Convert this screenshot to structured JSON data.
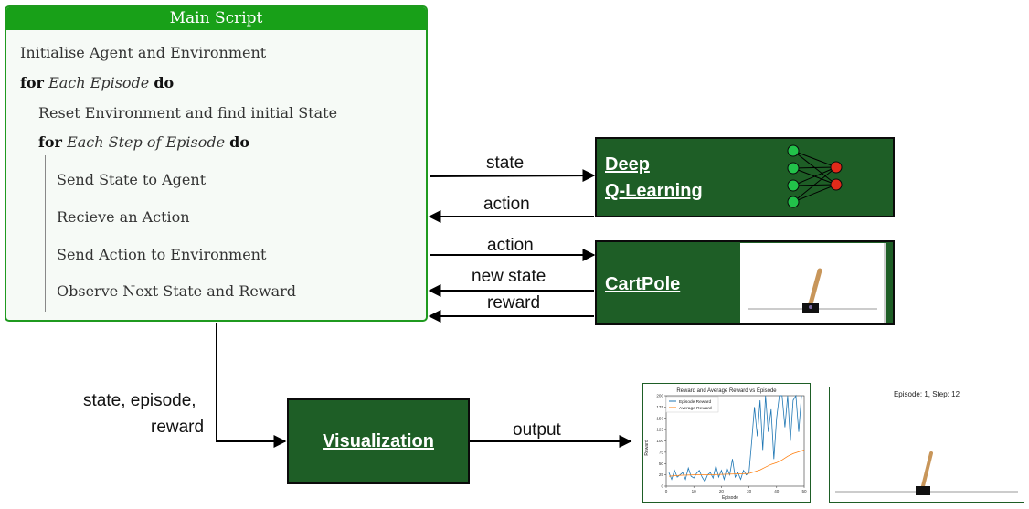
{
  "main_script": {
    "title": "Main Script",
    "line1": "Initialise Agent and Environment",
    "for1_kw": "for",
    "for1_var": "Each Episode",
    "for1_do": "do",
    "reset": "Reset Environment and find initial State",
    "for2_kw": "for",
    "for2_var": "Each Step of Episode",
    "for2_do": "do",
    "step1": "Send State to Agent",
    "step2": "Recieve an Action",
    "step3": "Send Action to Environment",
    "step4": "Observe Next State and Reward"
  },
  "dqn": {
    "label_line1": "Deep",
    "label_line2": "Q-Learning"
  },
  "cartpole": {
    "label": "CartPole"
  },
  "visualization": {
    "label": "Visualization"
  },
  "edges": {
    "state": "state",
    "action_in": "action",
    "action_out": "action",
    "new_state": "new state",
    "reward": "reward",
    "vis_input_line1": "state, episode,",
    "vis_input_line2": "reward",
    "output": "output"
  },
  "reward_chart": {
    "title": "Reward and Average Reward vs Episode",
    "xlabel": "Episode",
    "ylabel": "Reward",
    "legend": [
      "Episode Reward",
      "Average Reward"
    ]
  },
  "episode_frame": {
    "caption": "Episode: 1, Step: 12"
  },
  "colors": {
    "main_green": "#18a018",
    "box_green": "#1e5e26",
    "reward_blue": "#1f77b4",
    "avg_orange": "#ff7f0e"
  },
  "chart_data": {
    "type": "line",
    "title": "Reward and Average Reward vs Episode",
    "xlabel": "Episode",
    "ylabel": "Reward",
    "xlim": [
      0,
      50
    ],
    "ylim": [
      0,
      200
    ],
    "xticks": [
      0,
      10,
      20,
      30,
      40,
      50
    ],
    "yticks": [
      0,
      25,
      50,
      75,
      100,
      125,
      150,
      175,
      200
    ],
    "legend_position": "top-left",
    "series": [
      {
        "name": "Episode Reward",
        "x": [
          1,
          2,
          3,
          4,
          5,
          6,
          7,
          8,
          9,
          10,
          11,
          12,
          13,
          14,
          15,
          16,
          17,
          18,
          19,
          20,
          21,
          22,
          23,
          24,
          25,
          26,
          27,
          28,
          29,
          30,
          31,
          32,
          33,
          34,
          35,
          36,
          37,
          38,
          39,
          40,
          41,
          42,
          43,
          44,
          45,
          46,
          47,
          48,
          49
        ],
        "values": [
          30,
          15,
          35,
          20,
          25,
          30,
          15,
          40,
          22,
          18,
          28,
          35,
          20,
          10,
          25,
          30,
          18,
          45,
          20,
          35,
          15,
          40,
          25,
          60,
          20,
          30,
          15,
          35,
          25,
          30,
          100,
          175,
          110,
          190,
          80,
          200,
          120,
          170,
          60,
          150,
          200,
          200,
          130,
          200,
          100,
          190,
          200,
          120,
          200
        ]
      },
      {
        "name": "Average Reward",
        "x": [
          1,
          5,
          10,
          15,
          20,
          25,
          30,
          32,
          34,
          36,
          38,
          40,
          42,
          44,
          46,
          48,
          50
        ],
        "values": [
          22,
          24,
          25,
          25,
          26,
          27,
          28,
          32,
          36,
          42,
          48,
          52,
          58,
          66,
          72,
          76,
          80
        ]
      }
    ]
  }
}
